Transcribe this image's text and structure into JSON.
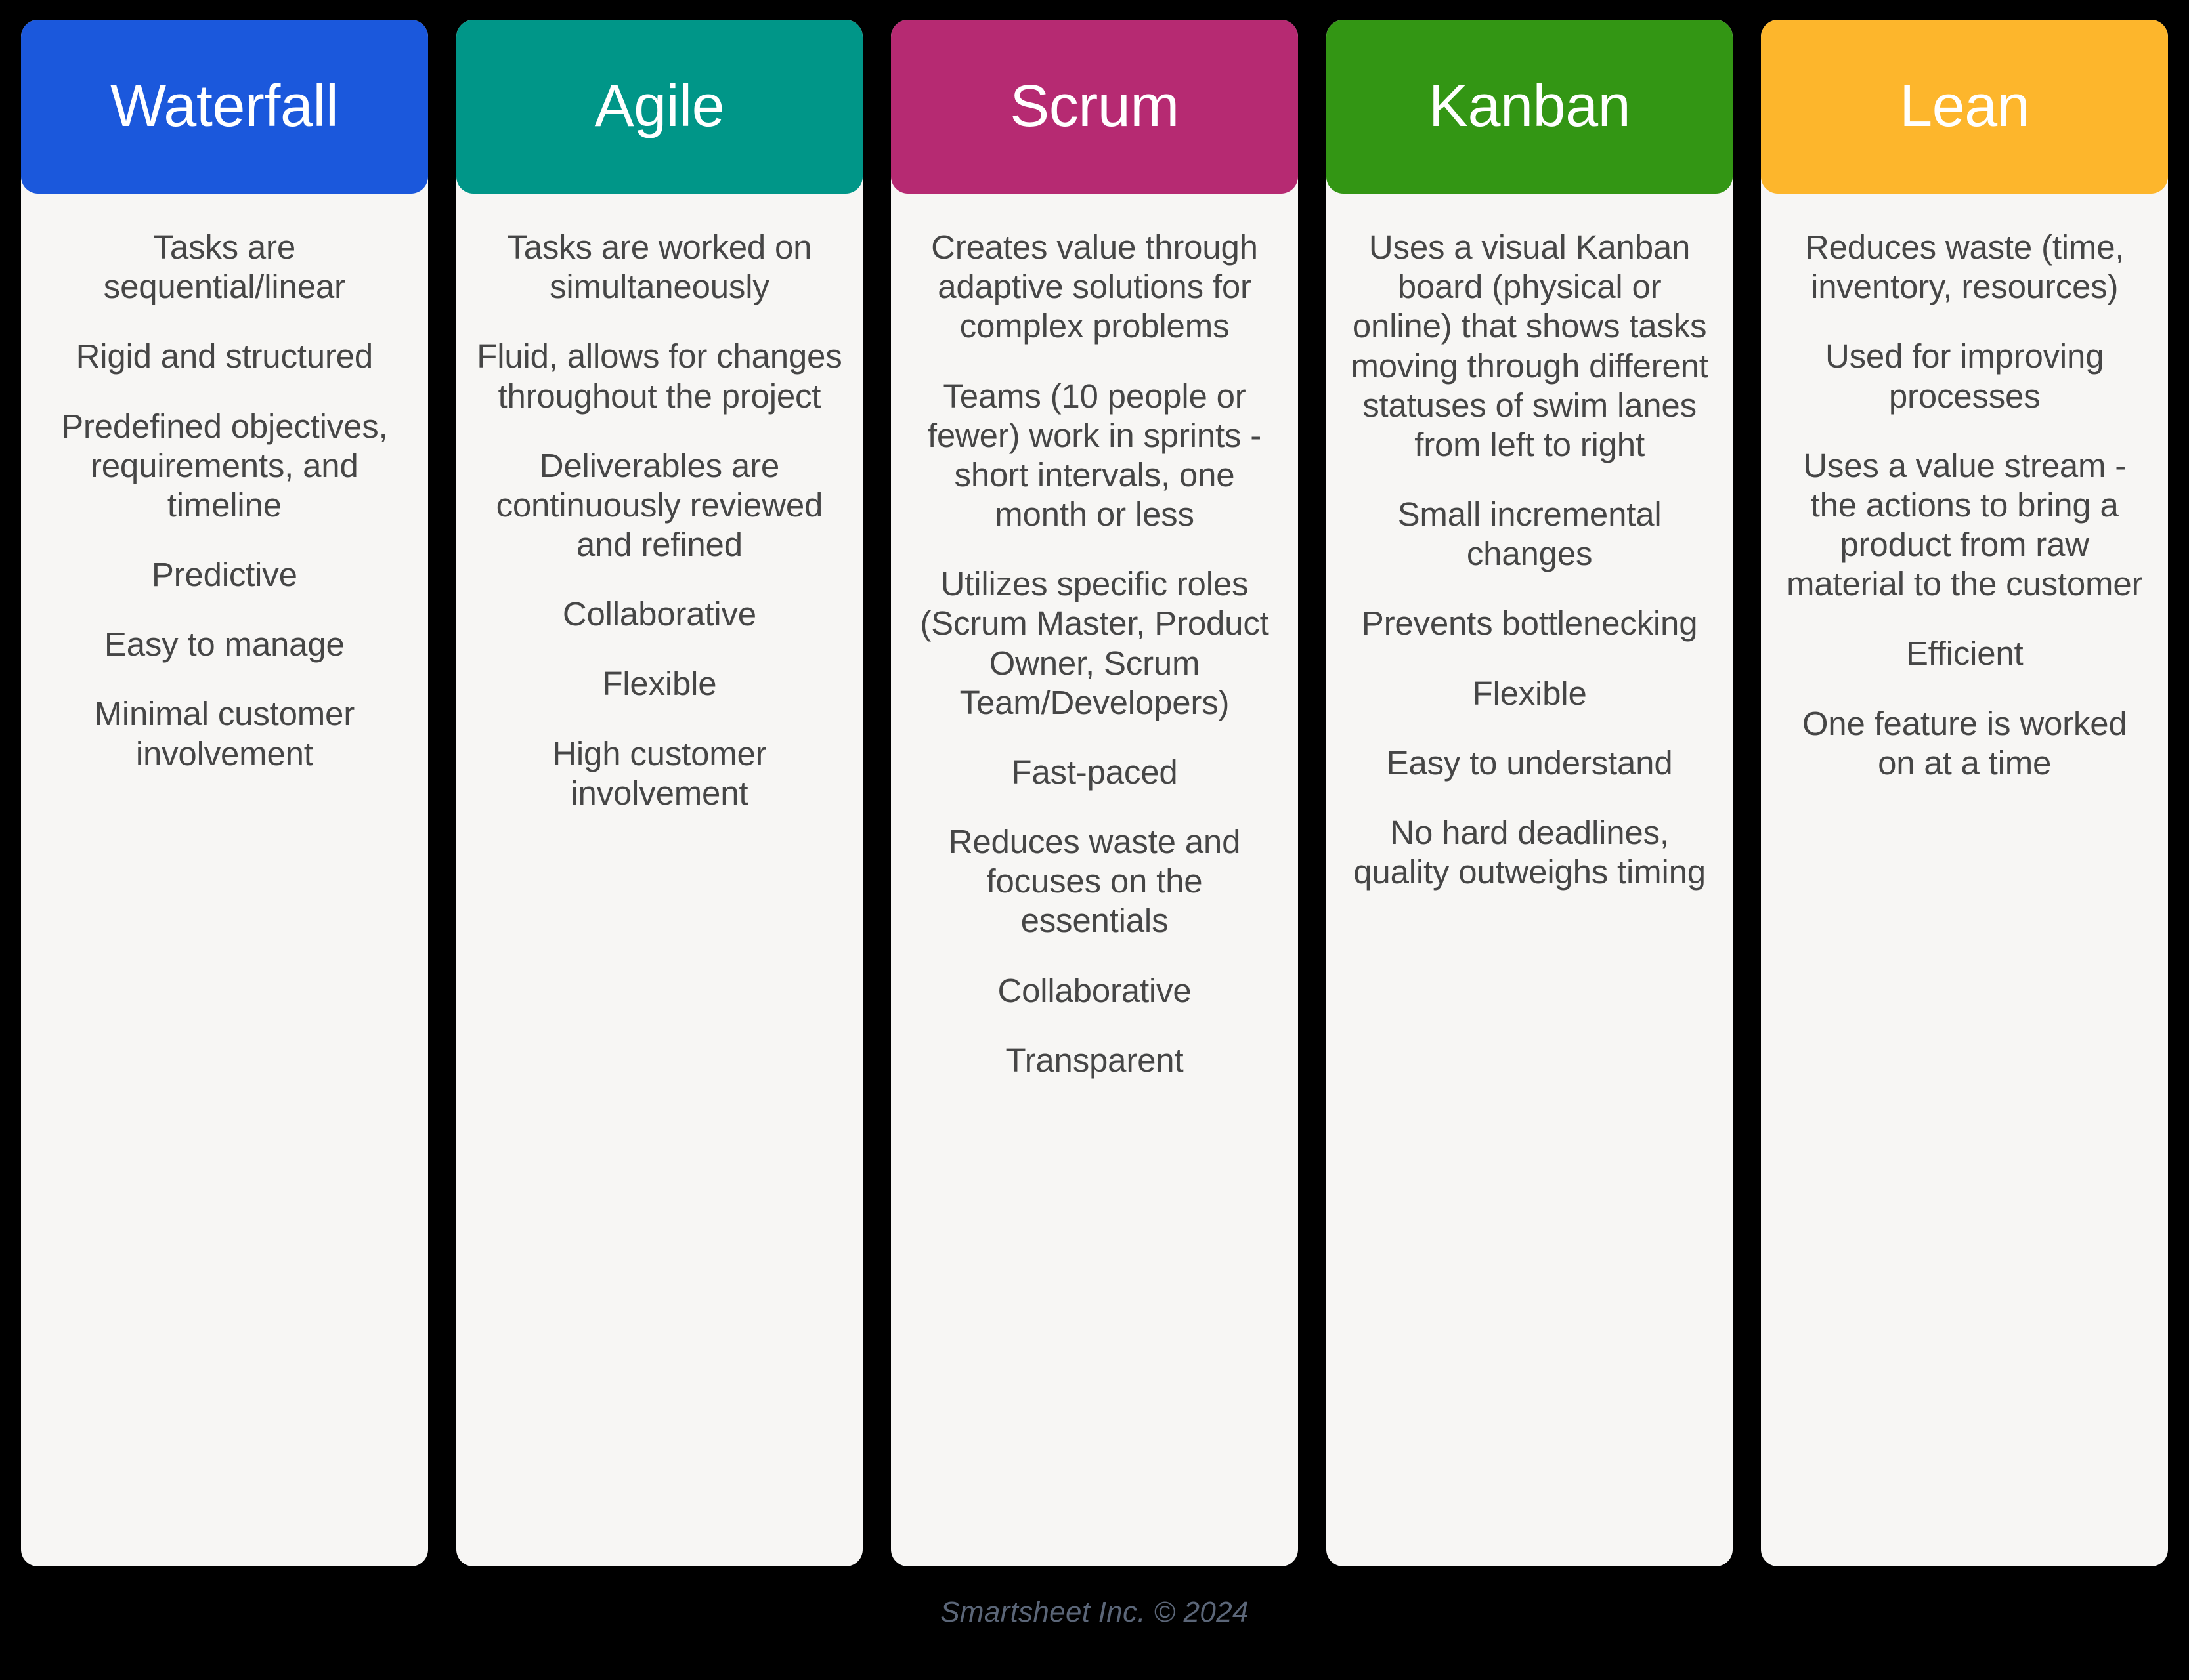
{
  "background_color": "#000000",
  "card_background": "#F7F6F4",
  "body_text_color": "#464646",
  "columns": [
    {
      "title": "Waterfall",
      "header_color": "#1B58DC",
      "bullets": [
        "Tasks are sequential/linear",
        "Rigid and structured",
        "Predefined objectives, requirements, and timeline",
        "Predictive",
        "Easy to manage",
        "Minimal customer involvement"
      ]
    },
    {
      "title": "Agile",
      "header_color": "#009688",
      "bullets": [
        "Tasks are worked on simultaneously",
        "Fluid, allows for changes throughout the project",
        "Deliverables are continuously reviewed and refined",
        "Collaborative",
        "Flexible",
        "High customer involvement"
      ]
    },
    {
      "title": "Scrum",
      "header_color": "#B62A72",
      "bullets": [
        "Creates value through adaptive solutions for complex problems",
        "Teams (10 people or fewer) work in sprints - short intervals, one month or less",
        "Utilizes specific roles (Scrum Master, Product Owner, Scrum Team/Developers)",
        "Fast-paced",
        "Reduces waste and focuses on the essentials",
        "Collaborative",
        "Transparent"
      ]
    },
    {
      "title": "Kanban",
      "header_color": "#339614",
      "bullets": [
        "Uses a visual Kanban board (physical or online) that shows tasks moving through different statuses of swim lanes from left to right",
        "Small incremental changes",
        "Prevents bottlenecking",
        "Flexible",
        "Easy to understand",
        "No hard deadlines, quality outweighs timing"
      ]
    },
    {
      "title": "Lean",
      "header_color": "#FDB62C",
      "bullets": [
        "Reduces waste (time, inventory, resources)",
        "Used for improving processes",
        "Uses a value stream - the actions to bring a product from raw material to the customer",
        "Efficient",
        "One feature is worked on at a time"
      ]
    }
  ],
  "footer": {
    "text": "Smartsheet Inc. © 2024",
    "color": "#5B6678"
  }
}
